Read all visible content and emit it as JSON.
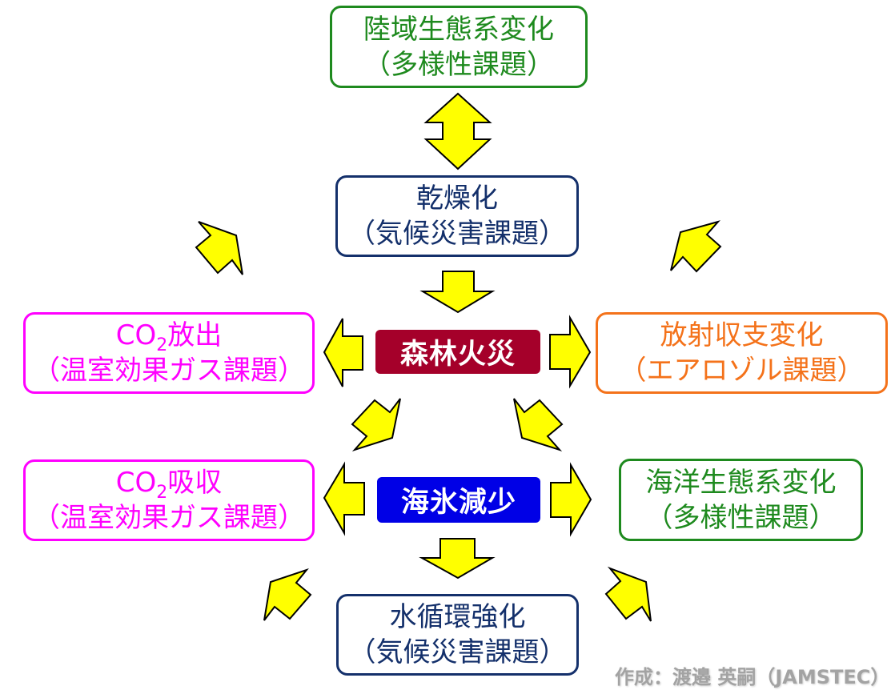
{
  "diagram": {
    "nodes": {
      "terrestrial_ecosystem": {
        "line1": "陸域生態系変化",
        "line2": "（多様性課題）",
        "color": "#1e8a1e"
      },
      "drying": {
        "line1": "乾燥化",
        "line2": "（気候災害課題）",
        "color": "#14306b"
      },
      "co2_release": {
        "line1_prefix": "CO",
        "line1_sub": "2",
        "line1_suffix": "放出",
        "line2": "（温室効果ガス課題）",
        "color": "#ff00ff"
      },
      "forest_fire": {
        "label": "森林火災",
        "color": "#a5002a"
      },
      "radiation_budget": {
        "line1": "放射収支変化",
        "line2": "（エアロゾル課題）",
        "color": "#f4721a"
      },
      "co2_absorption": {
        "line1_prefix": "CO",
        "line1_sub": "2",
        "line1_suffix": "吸収",
        "line2": "（温室効果ガス課題）",
        "color": "#ff00ff"
      },
      "sea_ice_decrease": {
        "label": "海氷減少",
        "color": "#0000e6"
      },
      "marine_ecosystem": {
        "line1": "海洋生態系変化",
        "line2": "（多様性課題）",
        "color": "#1e8a1e"
      },
      "water_cycle": {
        "line1": "水循環強化",
        "line2": "（気候災害課題）",
        "color": "#14306b"
      }
    },
    "arrow_color": "#ffff00",
    "credit": "作成：渡邉 英嗣（JAMSTEC）"
  }
}
